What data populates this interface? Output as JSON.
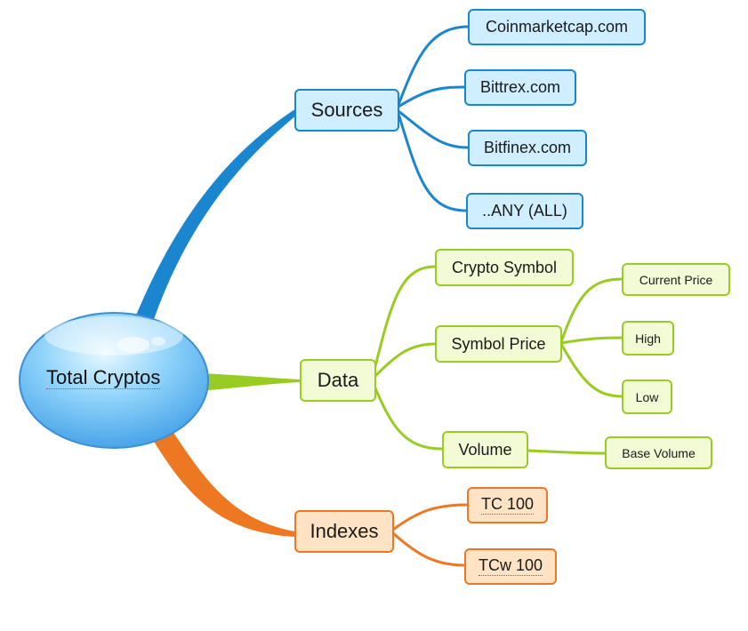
{
  "center": {
    "label": "Total Cryptos"
  },
  "branches": {
    "sources": {
      "label": "Sources",
      "children": [
        "Coinmarketcap.com",
        "Bittrex.com",
        "Bitfinex.com",
        "..ANY (ALL)"
      ]
    },
    "data": {
      "label": "Data",
      "children": {
        "crypto_symbol": "Crypto Symbol",
        "symbol_price": "Symbol Price",
        "volume": "Volume"
      },
      "price_children": [
        "Current Price",
        "High",
        "Low"
      ],
      "volume_children": [
        "Base Volume"
      ]
    },
    "indexes": {
      "label": "Indexes",
      "children": [
        "TC 100",
        "TCw 100"
      ]
    }
  },
  "colors": {
    "sources": "#1b86d0",
    "data": "#99cc22",
    "indexes": "#ee7722"
  }
}
